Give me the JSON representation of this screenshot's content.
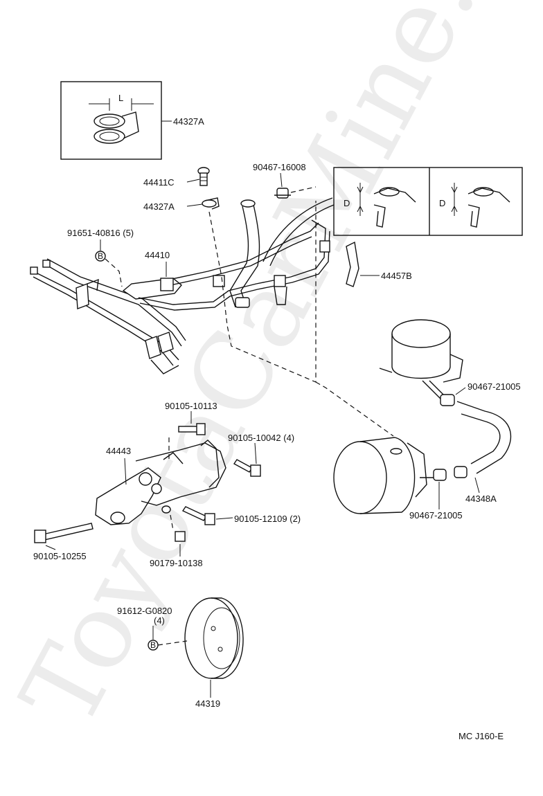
{
  "watermark": "ToyotaCarMine.ru",
  "footer_code": "MC  J160-E",
  "detail_label_L": "L",
  "detail_label_D": "D",
  "bolt_marker": "B",
  "labels": {
    "p44327A_top": "44327A",
    "p44411C": "44411C",
    "p44327A": "44327A",
    "p90467_16008": "90467-16008",
    "p91651_40816": "91651-40816 (5)",
    "p44410": "44410",
    "p44457B": "44457B",
    "p90467_21005_a": "90467-21005",
    "p90105_10113": "90105-10113",
    "p90105_10042": "90105-10042 (4)",
    "p44443": "44443",
    "p90105_12109": "90105-12109 (2)",
    "p90105_10255": "90105-10255",
    "p90179_10138": "90179-10138",
    "p44348A": "44348A",
    "p90467_21005_b": "90467-21005",
    "p91612_G0820": "91612-G0820",
    "p91612_qty": "(4)",
    "p44319": "44319"
  }
}
